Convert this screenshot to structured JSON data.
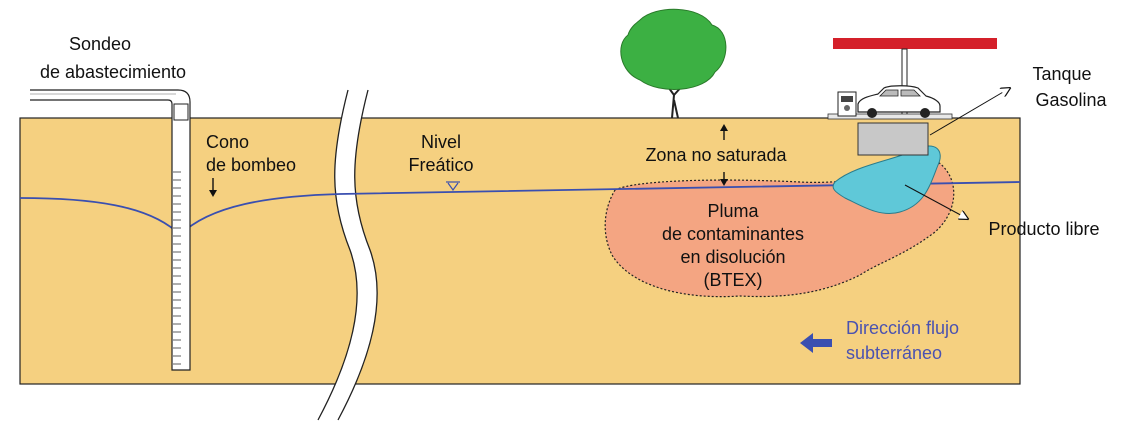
{
  "labels": {
    "well_line1": "Sondeo",
    "well_line2": "de abastecimiento",
    "cone_line1": "Cono",
    "cone_line2": "de bombeo",
    "water_table_line1": "Nivel",
    "water_table_line2": "Freático",
    "unsaturated_zone": "Zona no saturada",
    "plume_line1": "Pluma",
    "plume_line2": "de contaminantes",
    "plume_line3": "en disolución",
    "plume_line4": "(BTEX)",
    "tank_line1": "Tanque",
    "tank_line2": "Gasolina",
    "free_product": "Producto libre",
    "flow_line1": "Dirección flujo",
    "flow_line2": "subterráneo"
  },
  "colors": {
    "ground": "#f5d080",
    "water_table": "#3a4fb0",
    "plume": "#f4a582",
    "free_product": "#5fc8d8",
    "tree": "#3cb043",
    "canopy": "#d4202a",
    "tank": "#c8c8c8",
    "flow_label": "#4a52b0"
  },
  "icons": {
    "flow_arrow": "left-arrow-icon",
    "tree": "tree-icon",
    "car": "car-icon",
    "fuel_pump": "fuel-pump-icon"
  }
}
